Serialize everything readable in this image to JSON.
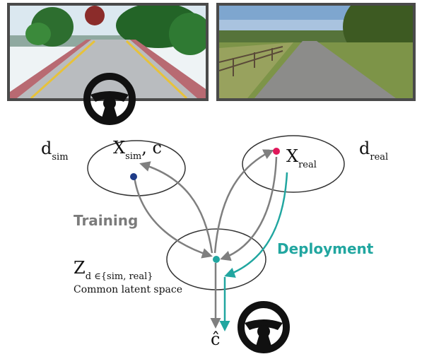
{
  "panels": {
    "sim_image": "simulated-road-scene",
    "real_image": "real-road-scene",
    "icon": "steering-wheel-icon"
  },
  "labels": {
    "d_sim_main": "d",
    "d_sim_sub": "sim",
    "d_real_main": "d",
    "d_real_sub": "real",
    "x_sim_main": "X",
    "x_sim_sub": "sim",
    "x_sim_suffix": ", c",
    "x_real_main": "X",
    "x_real_sub": "real",
    "z_main": "Z",
    "z_sub": "d ∈{sim, real}",
    "latent_caption": "Common latent space",
    "training": "Training",
    "deployment": "Deployment",
    "c_hat": "ĉ"
  },
  "colors": {
    "training_arrow": "#7f7f7f",
    "deployment_arrow": "#21a6a0",
    "sim_dot": "#1f3c88",
    "real_dot": "#e0185a",
    "latent_dot": "#21a6a0",
    "ellipse_stroke": "#333333"
  }
}
